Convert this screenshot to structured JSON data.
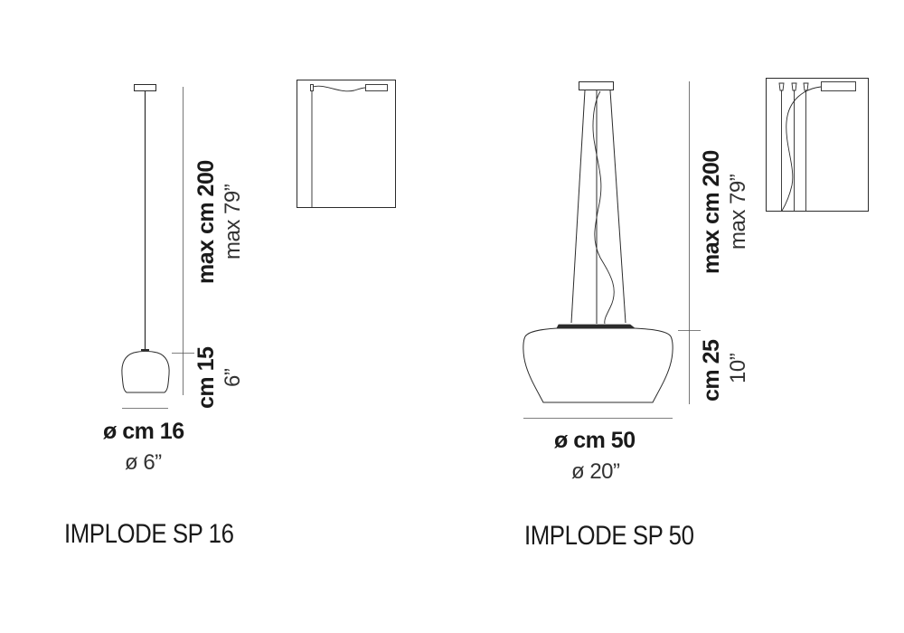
{
  "products": [
    {
      "name": "IMPLODE SP 16",
      "height_max_cm": "max cm 200",
      "height_max_in": "max 79”",
      "body_height_cm": "cm 15",
      "body_height_in": "6”",
      "diameter_cm": "ø cm 16",
      "diameter_in": "ø 6”",
      "install_diagram": "single-cable-ceiling-mount"
    },
    {
      "name": "IMPLODE SP 50",
      "height_max_cm": "max cm 200",
      "height_max_in": "max 79”",
      "body_height_cm": "cm 25",
      "body_height_in": "10”",
      "diameter_cm": "ø cm 50",
      "diameter_in": "ø 20”",
      "install_diagram": "three-cable-ceiling-mount"
    }
  ],
  "colors": {
    "line": "#2b2b2b",
    "dimension_line": "#555555",
    "text": "#1a1a1a",
    "background": "#ffffff"
  }
}
